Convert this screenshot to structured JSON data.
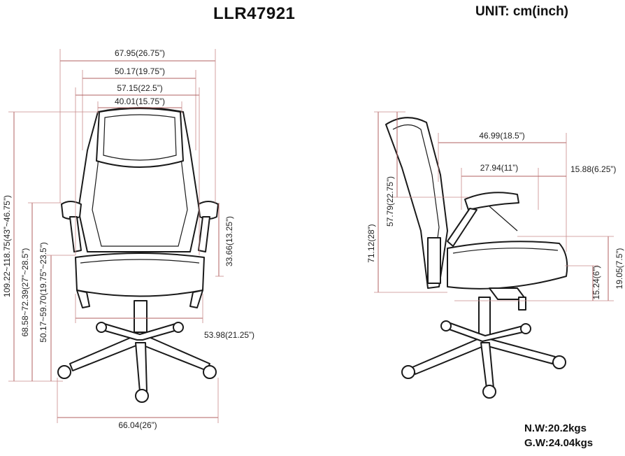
{
  "header": {
    "model": "LLR47921",
    "unit": "UNIT: cm(inch)"
  },
  "weights": {
    "net": "N.W:20.2kgs",
    "gross": "G.W:24.04kgs"
  },
  "front_view": {
    "overall_width": "67.95(26.75”)",
    "back_width": "50.17(19.75”)",
    "seat_width": "57.15(22.5”)",
    "headrest_width": "40.01(15.75”)",
    "overall_height": "109.22~118.75(43”~46.75”)",
    "armrest_height": "68.58~72.39(27”~28.5”)",
    "seat_height": "50.17~59.70(19.75”~23.5”)",
    "back_height": "33.66(13.25”)",
    "seat_to_base": "53.98(21.25”)",
    "base_width": "66.04(26”)"
  },
  "side_view": {
    "depth": "46.99(18.5”)",
    "armrest_depth": "27.94(11”)",
    "seat_offset": "15.88(6.25”)",
    "back_height": "57.79(22.75”)",
    "total_back_height": "71.12(28”)",
    "arm_to_seat": "19.05(7.5”)",
    "seat_thickness": "15.24(6”)"
  }
}
